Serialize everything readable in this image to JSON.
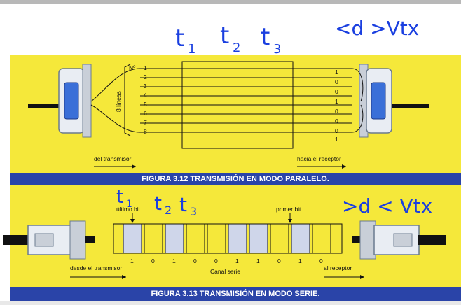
{
  "handwriting": {
    "t1": "t",
    "t1_sub": "1",
    "t2": "t",
    "t2_sub": "2",
    "t3": "t",
    "t3_sub": "3",
    "note_top": "<d >Vtx",
    "s_t1": "t",
    "s_t1_sub": "1",
    "s_t2": "t",
    "s_t2_sub": "2",
    "s_t3": "t",
    "s_t3_sub": "3",
    "note_bottom": ">d  < Vtx"
  },
  "figure_312": {
    "caption": "FIGURA 3.12   TRANSMISIÓN EN MODO PARALELO.",
    "n_label": "Nº",
    "line_numbers": [
      "1",
      "2",
      "3",
      "4",
      "5",
      "6",
      "7",
      "8"
    ],
    "bits": [
      "1",
      "0",
      "0",
      "1",
      "0",
      "0",
      "0",
      "1"
    ],
    "side_label": "8 líneas",
    "from_label": "del transmisor",
    "to_label": "hacia el receptor"
  },
  "figure_313": {
    "caption": "FIGURA 3.13   TRANSMISIÓN EN MODO SERIE.",
    "last_bit_label": "último bit",
    "first_bit_label": "primer bit",
    "bits": [
      "1",
      "0",
      "1",
      "0",
      "0",
      "1",
      "1",
      "0",
      "1",
      "0"
    ],
    "from_label": "desde el transmisor",
    "channel_label": "Canal serie",
    "to_label": "al receptor"
  },
  "colors": {
    "band": "#f5e83a",
    "caption_bg": "#2a44a8",
    "ink": "#1a3fe0",
    "connector_blue": "#3a6fd8"
  }
}
